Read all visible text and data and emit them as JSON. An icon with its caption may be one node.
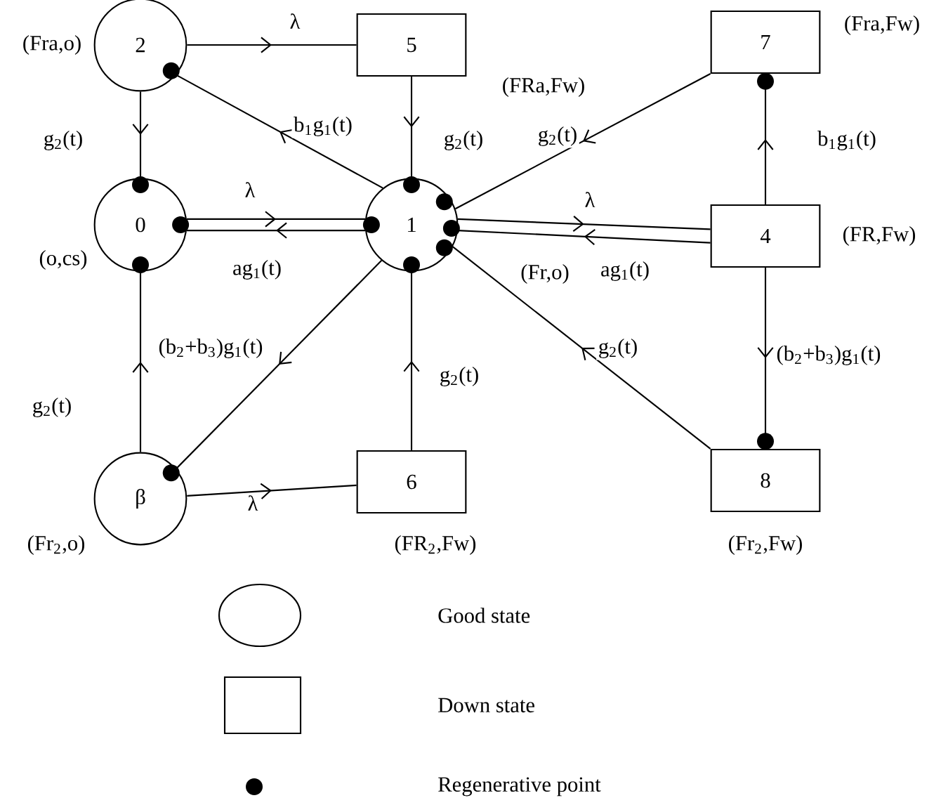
{
  "diagram": {
    "nodes": [
      {
        "text": [
          "0"
        ],
        "beside": [
          "(o,cs)"
        ]
      },
      {
        "text": [
          "1"
        ],
        "beside": [
          "(Fr,o)"
        ]
      },
      {
        "text": [
          "2"
        ],
        "beside": [
          "(Fra,o)"
        ]
      },
      {
        "text": [
          "β"
        ],
        "beside": [
          "(Fr$_{2}$,o)"
        ]
      },
      {
        "text": [
          "4"
        ],
        "beside": [
          "(FR,Fw)"
        ]
      },
      {
        "text": [
          "5"
        ],
        "beside": [
          "(FRa,Fw)"
        ]
      },
      {
        "text": [
          "6"
        ],
        "beside": [
          "(FR$_{2}$,Fw)"
        ]
      },
      {
        "text": [
          "7"
        ],
        "beside": [
          "(Fra,Fw)"
        ]
      },
      {
        "text": [
          "8"
        ],
        "beside": [
          "(Fr$_{2}$,Fw)"
        ]
      }
    ],
    "edges": [
      {
        "from": 2,
        "to": 5,
        "arrow": "to",
        "label": "λ"
      },
      {
        "from": 2,
        "to": 0,
        "arrow": "to",
        "label": "g$_{2}$(t)"
      },
      {
        "from": 1,
        "to": 2,
        "arrow": "to",
        "label": "b$_{1}$g$_{1}$(t)"
      },
      {
        "from": 5,
        "to": 1,
        "arrow": "to",
        "label": "g$_{2}$(t)"
      },
      {
        "from": 0,
        "to": 1,
        "arrow": "to",
        "label": "λ"
      },
      {
        "from": 1,
        "to": 0,
        "arrow": "to",
        "label": "ag$_{1}$(t)"
      },
      {
        "from": 7,
        "to": 1,
        "arrow": "to",
        "label": "g$_{2}$(t)"
      },
      {
        "from": 1,
        "to": 4,
        "arrow": "to",
        "label": "λ"
      },
      {
        "from": 4,
        "to": 1,
        "arrow": "to",
        "label": "ag$_{1}$(t)"
      },
      {
        "from": 4,
        "to": 7,
        "arrow": "to",
        "label": "b$_{1}$g$_{1}$(t)"
      },
      {
        "from": 1,
        "to": 3,
        "arrow": "to",
        "label": "(b$_{2}$+b$_{3}$)g$_{1}$(t)"
      },
      {
        "from": 3,
        "to": 0,
        "arrow": "to",
        "label": "g$_{2}$(t)"
      },
      {
        "from": 6,
        "to": 1,
        "arrow": "to",
        "label": "g$_{2}$(t)"
      },
      {
        "from": 3,
        "to": 6,
        "arrow": "to",
        "label": "λ"
      },
      {
        "from": 8,
        "to": 1,
        "arrow": "to",
        "label": "g$_{2}$(t)"
      },
      {
        "from": 4,
        "to": 8,
        "arrow": "to",
        "label": "(b$_{2}$+b$_{3}$)g$_{1}$(t)"
      }
    ],
    "legend": [
      {
        "text": "Good state"
      },
      {
        "text": "Down state"
      },
      {
        "text": "Regenerative point"
      }
    ]
  }
}
